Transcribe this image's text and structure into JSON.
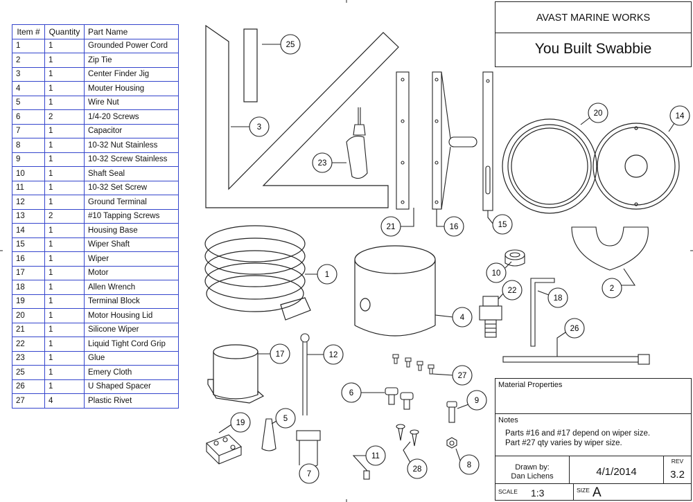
{
  "table": {
    "headers": [
      "Item #",
      "Quantity",
      "Part Name"
    ],
    "rows": [
      [
        "1",
        "1",
        "Grounded Power Cord"
      ],
      [
        "2",
        "1",
        "Zip Tie"
      ],
      [
        "3",
        "1",
        "Center Finder Jig"
      ],
      [
        "4",
        "1",
        "Mouter Housing"
      ],
      [
        "5",
        "1",
        "Wire Nut"
      ],
      [
        "6",
        "2",
        "1/4-20 Screws"
      ],
      [
        "7",
        "1",
        "Capacitor"
      ],
      [
        "8",
        "1",
        "10-32 Nut Stainless"
      ],
      [
        "9",
        "1",
        "10-32 Screw Stainless"
      ],
      [
        "10",
        "1",
        "Shaft Seal"
      ],
      [
        "11",
        "1",
        "10-32 Set Screw"
      ],
      [
        "12",
        "1",
        "Ground Terminal"
      ],
      [
        "13",
        "2",
        "#10 Tapping Screws"
      ],
      [
        "14",
        "1",
        "Housing Base"
      ],
      [
        "15",
        "1",
        "Wiper Shaft"
      ],
      [
        "16",
        "1",
        "Wiper"
      ],
      [
        "17",
        "1",
        "Motor"
      ],
      [
        "18",
        "1",
        "Allen Wrench"
      ],
      [
        "19",
        "1",
        "Terminal Block"
      ],
      [
        "20",
        "1",
        "Motor Housing Lid"
      ],
      [
        "21",
        "1",
        "Silicone Wiper"
      ],
      [
        "22",
        "1",
        "Liquid Tight Cord Grip"
      ],
      [
        "23",
        "1",
        "Glue"
      ],
      [
        "25",
        "1",
        "Emery Cloth"
      ],
      [
        "26",
        "1",
        "U Shaped Spacer"
      ],
      [
        "27",
        "4",
        "Plastic Rivet"
      ]
    ]
  },
  "title_block": {
    "company": "AVAST MARINE WORKS",
    "title": "You Built Swabbie",
    "material_label": "Material Properties",
    "notes_label": "Notes",
    "note_1": "Parts #16 and #17 depend on wiper size.",
    "note_2": "Part #27 qty varies by wiper size.",
    "drawn_by_label": "Drawn by:",
    "drawn_by": "Dan Lichens",
    "date": "4/1/2014",
    "rev_label": "REV",
    "rev": "3.2",
    "scale_label": "SCALE",
    "scale": "1:3",
    "size_label": "SIZE",
    "size": "A"
  },
  "balloons": [
    "25",
    "3",
    "23",
    "21",
    "16",
    "15",
    "20",
    "14",
    "1",
    "4",
    "10",
    "22",
    "18",
    "26",
    "2",
    "17",
    "12",
    "27",
    "6",
    "9",
    "19",
    "5",
    "7",
    "11",
    "28",
    "8"
  ]
}
